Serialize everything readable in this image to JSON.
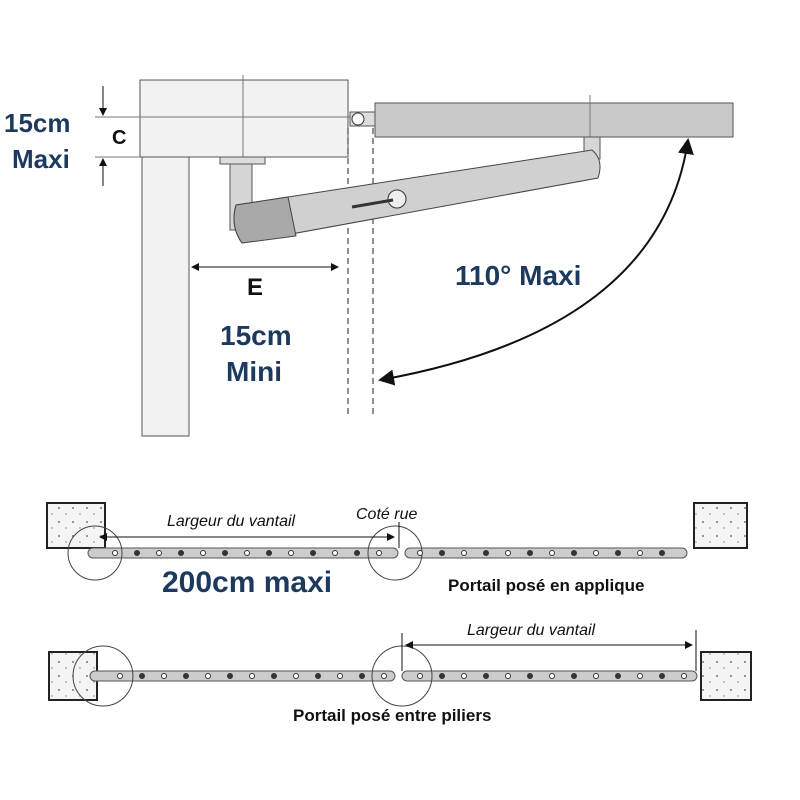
{
  "top_diagram": {
    "height_value": "15cm",
    "height_qualifier": "Maxi",
    "dim_c": "C",
    "dim_e": "E",
    "e_value": "15cm",
    "e_qualifier": "Mini",
    "angle": "110° Maxi"
  },
  "bottom_diagram": {
    "leaf_width_label_1": "Largeur du vantail",
    "street_side": "Coté rue",
    "max_width": "200cm maxi",
    "caption_1": "Portail posé en applique",
    "leaf_width_label_2": "Largeur du vantail",
    "caption_2": "Portail posé entre piliers"
  },
  "colors": {
    "text_accent": "#1d3a5e",
    "metal": "#c9c9c9"
  }
}
